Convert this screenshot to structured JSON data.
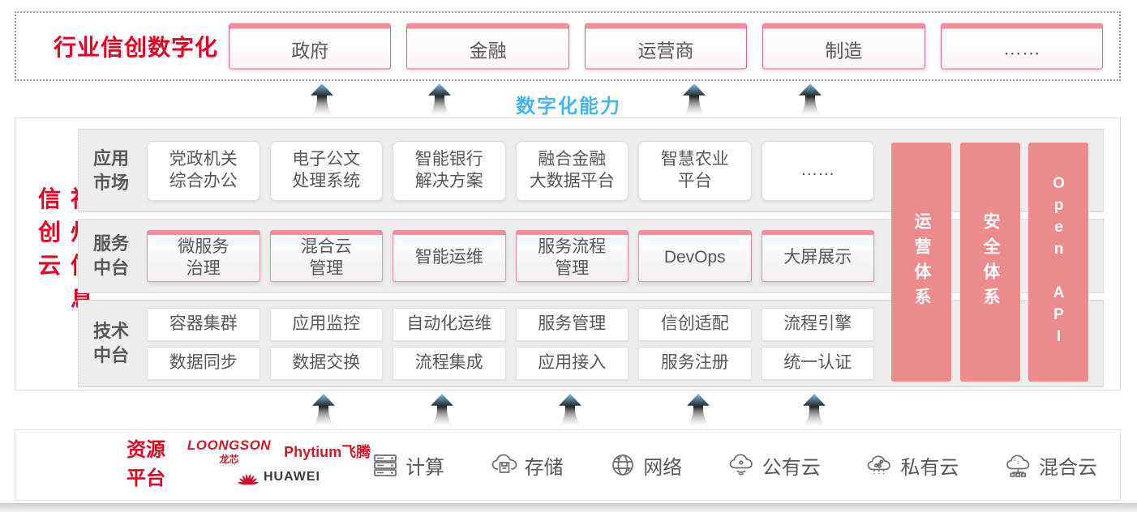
{
  "colors": {
    "accent_red": "#e60023",
    "card_pink_border": "#e9627b",
    "card_pink_cap": "#f28da0",
    "pillar_pink": "#ec8b8b",
    "text_gray": "#595757",
    "capability_blue": "#45b5ed"
  },
  "top_banner": {
    "title": "行业信创数字化",
    "industries": [
      {
        "label": "政府"
      },
      {
        "label": "金融"
      },
      {
        "label": "运营商"
      },
      {
        "label": "制造"
      },
      {
        "label": "……"
      }
    ]
  },
  "capability_label": "数字化能力",
  "platform": {
    "title": "神州信息信创云",
    "app_row": {
      "label": "应用\n市场",
      "cards": [
        {
          "text": "党政机关\n综合办公"
        },
        {
          "text": "电子公文\n处理系统"
        },
        {
          "text": "智能银行\n解决方案"
        },
        {
          "text": "融合金融\n大数据平台"
        },
        {
          "text": "智慧农业\n平台"
        },
        {
          "text": "……"
        }
      ]
    },
    "service_row": {
      "label": "服务\n中台",
      "cards": [
        {
          "text": "微服务\n治理"
        },
        {
          "text": "混合云\n管理"
        },
        {
          "text": "智能运维"
        },
        {
          "text": "服务流程\n管理"
        },
        {
          "text": "DevOps"
        },
        {
          "text": "大屏展示"
        }
      ]
    },
    "tech_row": {
      "label": "技术\n中台",
      "cards_top": [
        {
          "text": "容器集群"
        },
        {
          "text": "应用监控"
        },
        {
          "text": "自动化运维"
        },
        {
          "text": "服务管理"
        },
        {
          "text": "信创适配"
        },
        {
          "text": "流程引擎"
        }
      ],
      "cards_bottom": [
        {
          "text": "数据同步"
        },
        {
          "text": "数据交换"
        },
        {
          "text": "流程集成"
        },
        {
          "text": "应用接入"
        },
        {
          "text": "服务注册"
        },
        {
          "text": "统一认证"
        }
      ]
    },
    "pillars": [
      {
        "label": "运营体系"
      },
      {
        "label": "安全体系"
      },
      {
        "label": "Open API"
      }
    ]
  },
  "resources": {
    "title": "资源\n平台",
    "vendors": {
      "loongson_en": "LOONGSON",
      "loongson_cn": "龙芯",
      "phytium": "Phytium飞腾",
      "huawei": "HUAWEI"
    },
    "items": [
      {
        "icon": "compute-icon",
        "label": "计算"
      },
      {
        "icon": "storage-icon",
        "label": "存储"
      },
      {
        "icon": "network-icon",
        "label": "网络"
      },
      {
        "icon": "public-cloud-icon",
        "label": "公有云"
      },
      {
        "icon": "private-cloud-icon",
        "label": "私有云"
      },
      {
        "icon": "hybrid-cloud-icon",
        "label": "混合云"
      }
    ]
  }
}
